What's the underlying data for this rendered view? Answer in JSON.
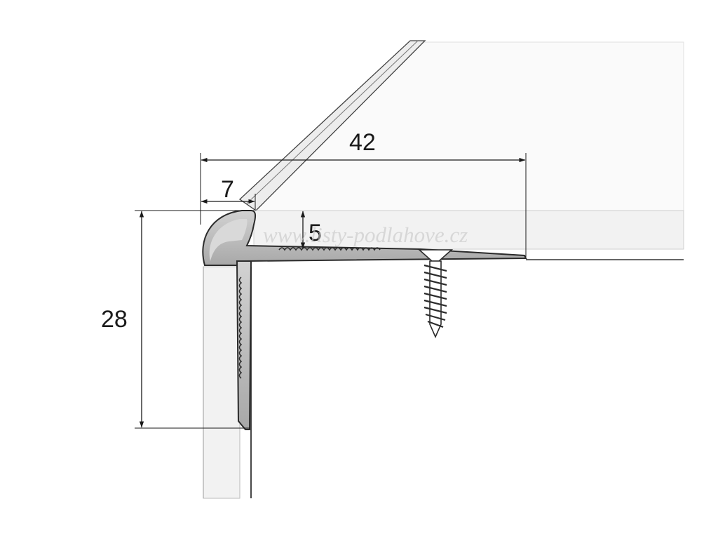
{
  "dimensions": {
    "total_width": "42",
    "nose_width": "7",
    "height": "28",
    "thickness": "5"
  },
  "watermark": "www.listy-podlahove.cz",
  "colors": {
    "outline": "#2b2b2b",
    "profile_fill": "#b9b9b9",
    "panel_fill": "#f4f4f4",
    "dimension_line": "#1a1a1a"
  }
}
